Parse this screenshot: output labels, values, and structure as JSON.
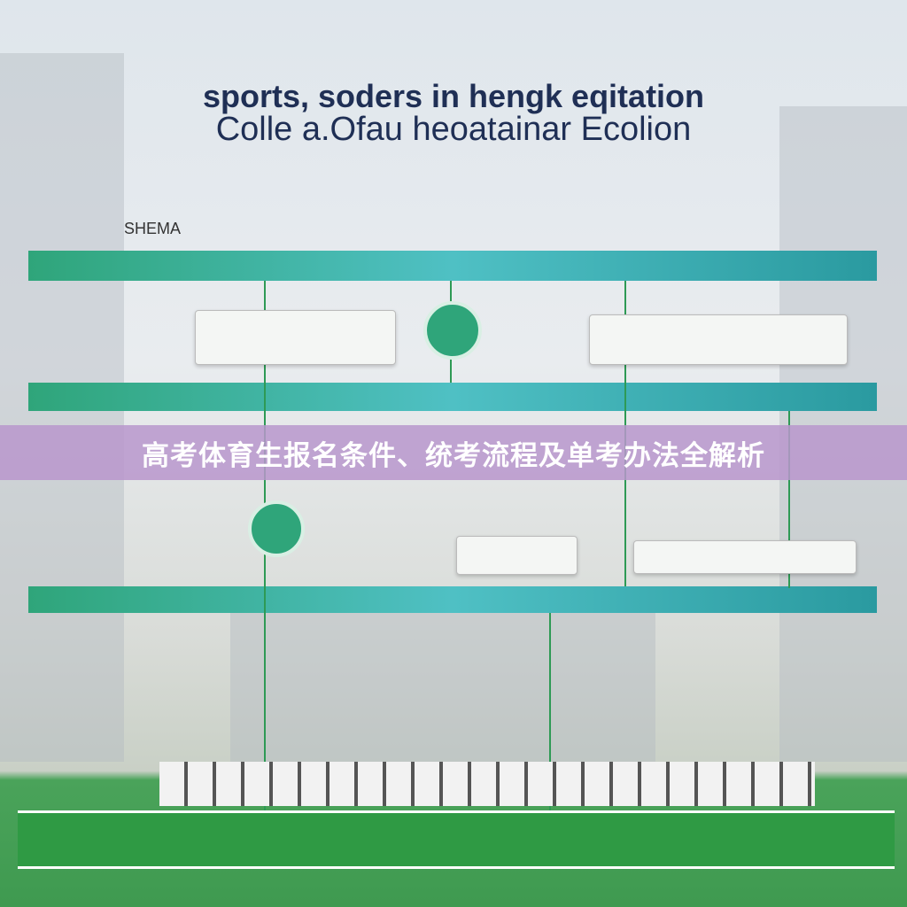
{
  "banner": {
    "title": "高考体育生报名条件、统考流程及单考办法全解析",
    "color": "#b896cc"
  },
  "poster": {
    "heading_line1": "sports,  soders in  hengk eqitation",
    "heading_line2": "Colle a.Ofau   heoatainar Ecolion",
    "label_left": "SHEMA"
  }
}
